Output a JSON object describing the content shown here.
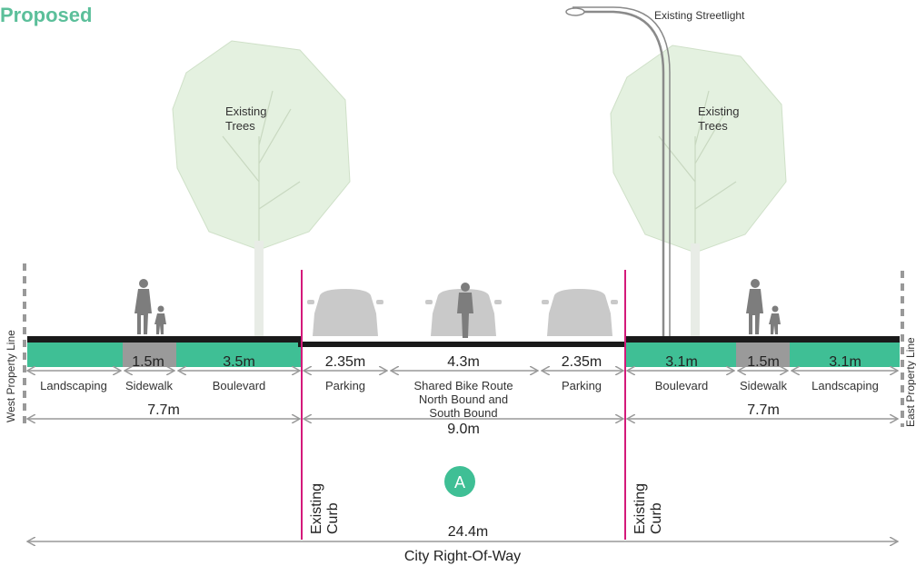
{
  "title": "Proposed",
  "labels": {
    "streetlight": "Existing Streetlight",
    "trees_left": [
      "Existing",
      "Trees"
    ],
    "trees_right": [
      "Existing",
      "Trees"
    ],
    "west_property_line": "West Property Line",
    "east_property_line": "East Property Line",
    "curb_left": [
      "Existing",
      "Curb"
    ],
    "curb_right": [
      "Existing",
      "Curb"
    ],
    "marker": "A",
    "row_total": "24.4m",
    "row_label": "City Right-Of-Way"
  },
  "segments": [
    {
      "id": "west-landscaping",
      "width": "",
      "label": [
        "Landscaping"
      ]
    },
    {
      "id": "west-sidewalk",
      "width": "1.5m",
      "label": [
        "Sidewalk"
      ]
    },
    {
      "id": "west-boulevard",
      "width": "3.5m",
      "label": [
        "Boulevard"
      ]
    },
    {
      "id": "west-parking",
      "width": "2.35m",
      "label": [
        "Parking"
      ]
    },
    {
      "id": "shared-bike-route",
      "width": "4.3m",
      "label": [
        "Shared Bike Route",
        "North Bound and",
        "South Bound"
      ]
    },
    {
      "id": "east-parking",
      "width": "2.35m",
      "label": [
        "Parking"
      ]
    },
    {
      "id": "east-boulevard",
      "width": "3.1m",
      "label": [
        "Boulevard"
      ]
    },
    {
      "id": "east-sidewalk",
      "width": "1.5m",
      "label": [
        "Sidewalk"
      ]
    },
    {
      "id": "east-landscaping",
      "width": "3.1m",
      "label": [
        "Landscaping"
      ]
    }
  ],
  "groups": [
    {
      "id": "west-side",
      "width": "7.7m"
    },
    {
      "id": "roadway",
      "width": "9.0m"
    },
    {
      "id": "east-side",
      "width": "7.7m"
    }
  ],
  "colors": {
    "title": "#5bbf9a",
    "landscaping": "#3fbf95",
    "sidewalk": "#9a9a9a",
    "curb_line": "#d4197a",
    "tree_fill": "#e4f1e0",
    "marker_fill": "#3fbf95",
    "dimension": "#999999"
  }
}
